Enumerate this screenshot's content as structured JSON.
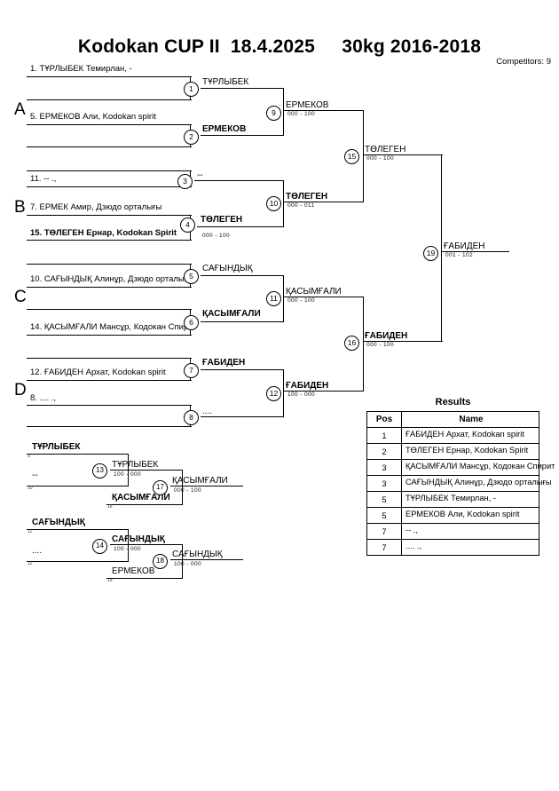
{
  "header": {
    "title": "Kodokan CUP II  18.4.2025     30kg 2016-2018",
    "competitors": "Competitors: 9"
  },
  "groups": [
    {
      "label": "A"
    },
    {
      "label": "B"
    },
    {
      "label": "C"
    },
    {
      "label": "D"
    }
  ],
  "round1": {
    "entries": [
      {
        "seed": "1.",
        "text": "1. ТҰРЛЫБЕК Темирлан, -"
      },
      {
        "seed": "blank1",
        "text": ""
      },
      {
        "seed": "5.",
        "text": "5. ЕРМЕКОВ Али, Kodokan spirit"
      },
      {
        "seed": "blank2",
        "text": ""
      },
      {
        "seed": "blank3",
        "text": ""
      },
      {
        "seed": "11.",
        "text": "11. -- .,"
      },
      {
        "seed": "7.",
        "text": "7. ЕРМЕК Амир, Дзюдо орталығы"
      },
      {
        "seed": "15.",
        "text": "15. ТӨЛЕГЕН Ернар, Kodokan Spirit"
      },
      {
        "seed": "blank4",
        "text": ""
      },
      {
        "seed": "10.",
        "text": "10. САҒЫНДЫҚ Алинұр, Дзюдо орталығы"
      },
      {
        "seed": "blank5",
        "text": ""
      },
      {
        "seed": "14.",
        "text": "14. ҚАСЫМҒАЛИ Мансұр, Кодокан Спирит"
      },
      {
        "seed": "blank6",
        "text": ""
      },
      {
        "seed": "12.",
        "text": "12. ҒАБИДЕН Архат, Kodokan spirit"
      },
      {
        "seed": "8.",
        "text": "8. .... .,"
      },
      {
        "seed": "blank7",
        "text": ""
      }
    ]
  },
  "matches": {
    "m1": {
      "no": "1",
      "winner": "ТҰРЛЫБЕК",
      "score": ""
    },
    "m2": {
      "no": "2",
      "winner": "ЕРМЕКОВ",
      "score": ""
    },
    "m3": {
      "no": "3",
      "winner": "--",
      "score": ""
    },
    "m4": {
      "no": "4",
      "winner": "ТӨЛЕГЕН",
      "score": "000 - 100"
    },
    "m5": {
      "no": "5",
      "winner": "САҒЫНДЫҚ",
      "score": ""
    },
    "m6": {
      "no": "6",
      "winner": "ҚАСЫМҒАЛИ",
      "score": ""
    },
    "m7": {
      "no": "7",
      "winner": "ҒАБИДЕН",
      "score": ""
    },
    "m8": {
      "no": "8",
      "winner": "....",
      "score": ""
    },
    "m9": {
      "no": "9",
      "winner": "ЕРМЕКОВ",
      "score": "000 - 100"
    },
    "m10": {
      "no": "10",
      "winner": "ТӨЛЕГЕН",
      "score": "000 - 011"
    },
    "m11": {
      "no": "11",
      "winner": "ҚАСЫМҒАЛИ",
      "score": "000 - 100"
    },
    "m12": {
      "no": "12",
      "winner": "ҒАБИДЕН",
      "score": "100 - 000"
    },
    "m15": {
      "no": "15",
      "winner": "ТӨЛЕГЕН",
      "score": "000 - 100"
    },
    "m16": {
      "no": "16",
      "winner": "ҒАБИДЕН",
      "score": "000 - 100"
    },
    "m19": {
      "no": "19",
      "winner": "ҒАБИДЕН",
      "score": "001 - 102"
    },
    "m13": {
      "no": "13",
      "winner": "ТҰРЛЫБЕК",
      "score": "100 - 000"
    },
    "m14": {
      "no": "14",
      "winner": "САҒЫНДЫҚ",
      "score": "100 - 000"
    },
    "m17": {
      "no": "17",
      "winner": "ҚАСЫМҒАЛИ",
      "score": "000 - 100"
    },
    "m18": {
      "no": "18",
      "winner": "САҒЫНДЫҚ",
      "score": "100 - 000"
    }
  },
  "repechage": {
    "feeders": [
      {
        "name": "ТҰРЛЫБЕК",
        "from": "9"
      },
      {
        "name": "--",
        "from": "10"
      },
      {
        "name": "ҚАСЫМҒАЛИ",
        "from": "16"
      },
      {
        "name": "САҒЫНДЫҚ",
        "from": "11"
      },
      {
        "name": "....",
        "from": "12"
      },
      {
        "name": "ЕРМЕКОВ",
        "from": "15"
      }
    ]
  },
  "results": {
    "title": "Results",
    "columns": [
      "Pos",
      "Name"
    ],
    "rows": [
      {
        "pos": "1",
        "name": "ҒАБИДЕН Архат, Kodokan spirit"
      },
      {
        "pos": "2",
        "name": "ТӨЛЕГЕН Ернар, Kodokan Spirit"
      },
      {
        "pos": "3",
        "name": "ҚАСЫМҒАЛИ Мансұр, Кодокан Спирит"
      },
      {
        "pos": "3",
        "name": "САҒЫНДЫҚ Алинұр, Дзюдо орталығы"
      },
      {
        "pos": "5",
        "name": "ТҰРЛЫБЕК Темирлан, -"
      },
      {
        "pos": "5",
        "name": "ЕРМЕКОВ Али, Kodokan spirit"
      },
      {
        "pos": "7",
        "name": "-- .,"
      },
      {
        "pos": "7",
        "name": ".... .,"
      }
    ]
  }
}
